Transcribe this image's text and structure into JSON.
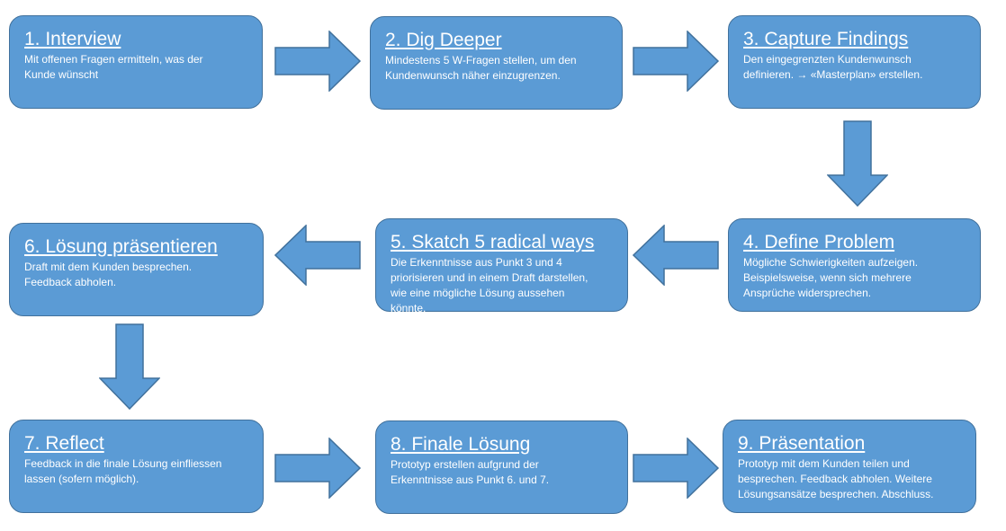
{
  "steps": [
    {
      "title": "1. Interview",
      "desc": "Mit offenen  Fragen ermitteln, was der\nKunde wünscht"
    },
    {
      "title": "2. Dig Deeper",
      "desc": "Mindestens 5 W-Fragen stellen, um den\nKundenwunsch  näher einzugrenzen."
    },
    {
      "title": "3. Capture Findings",
      "desc": "Den eingegrenzten Kundenwunsch\ndefinieren.  → «Masterplan» erstellen."
    },
    {
      "title": "4. Define Problem",
      "desc": "Mögliche Schwierigkeiten  aufzeigen.\nBeispielsweise,  wenn sich mehrere\nAnsprüche  widersprechen."
    },
    {
      "title": "5. Skatch 5 radical ways",
      "desc": "Die Erkenntnisse  aus Punkt 3 und 4\npriorisieren  und in einem  Draft darstellen,\nwie eine mögliche Lösung aussehen\nkönnte."
    },
    {
      "title": "6. Lösung präsentieren",
      "desc": "Draft mit dem Kunden  besprechen.\nFeedback abholen."
    },
    {
      "title": "7. Reflect",
      "desc": "Feedback in die finale Lösung  einfliessen\nlassen (sofern möglich)."
    },
    {
      "title": "8. Finale Lösung",
      "desc": "Prototyp erstellen aufgrund der\nErkenntnisse  aus Punkt 6. und 7."
    },
    {
      "title": "9. Präsentation",
      "desc": "Prototyp mit dem Kunden  teilen und\nbesprechen.  Feedback abholen.  Weitere\nLösungsansätze  besprechen.  Abschluss."
    }
  ],
  "colors": {
    "box_fill": "#5b9bd5",
    "box_border": "#41719c",
    "text": "#ffffff"
  }
}
